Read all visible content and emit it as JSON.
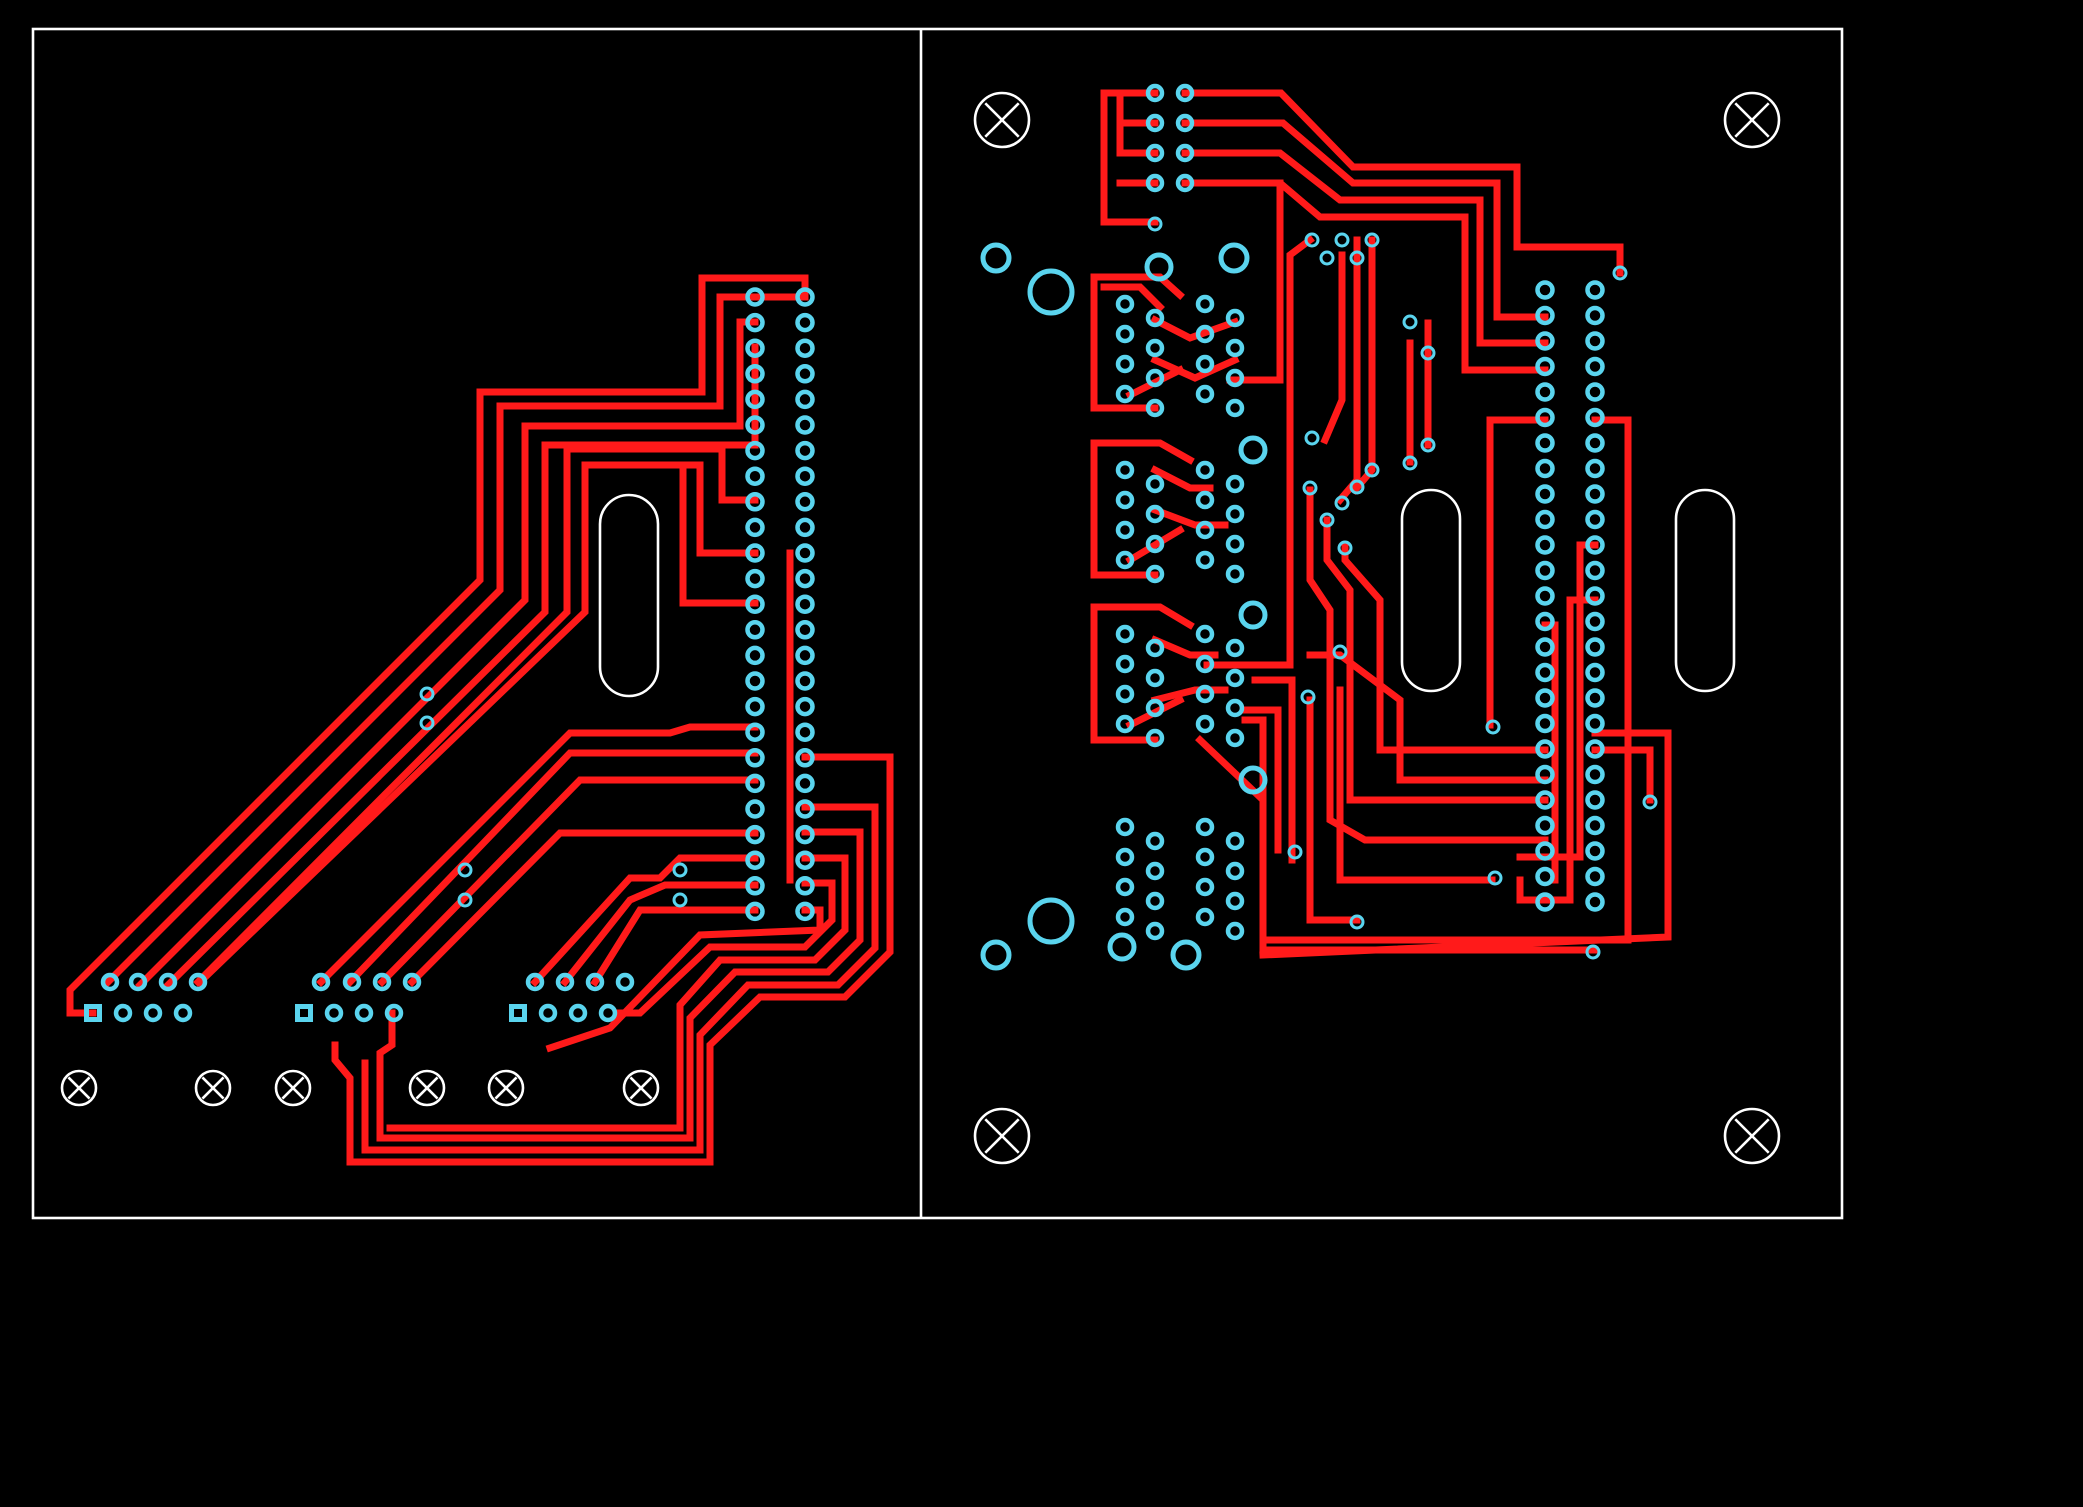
{
  "board": {
    "background": "#000000",
    "colors": {
      "outline": "#ffffff",
      "trace": "#ff1a1a",
      "pad": "#5ad4ee",
      "mounting_hole": "#ffffff"
    },
    "layers_visible": [
      "board-outline",
      "copper-traces",
      "pads",
      "vias",
      "mounting-holes",
      "slots"
    ],
    "left_board": {
      "pin_header_rows": 25,
      "connectors": 3,
      "mounting_holes": 6,
      "slots": 1
    },
    "right_board": {
      "pin_header_rows": 25,
      "mounting_holes": 4,
      "slots": 2
    }
  }
}
